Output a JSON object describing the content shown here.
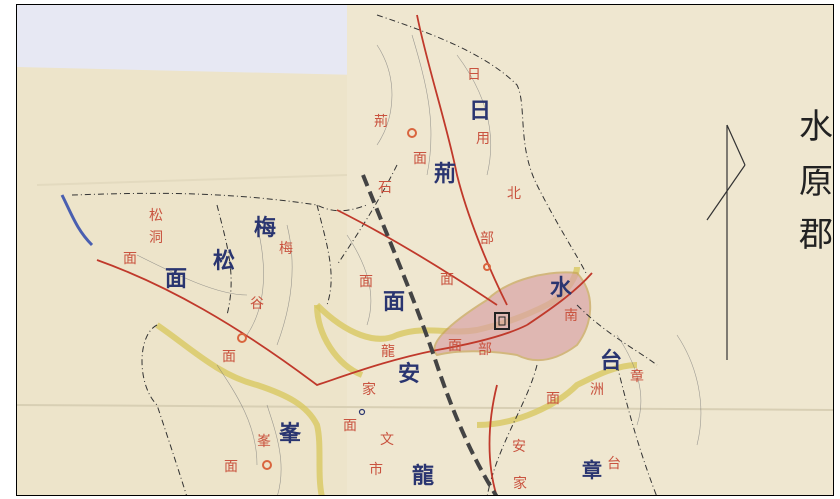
{
  "title_chars": [
    "水",
    "原",
    "郡"
  ],
  "regions_blue": {
    "il": "日",
    "hyeong": "荊",
    "mae": "梅",
    "song": "松",
    "myeon": "面",
    "an": "安",
    "dae": "台",
    "bong": "峯",
    "ryong": "龍",
    "su": "水"
  },
  "labels_red": {
    "il_top": "日",
    "yong": "用",
    "hyeong_left": "荊",
    "myeon_il": "面",
    "seok": "石",
    "buk": "北",
    "bu": "部",
    "songdong_song": "松",
    "songdong_dong": "洞",
    "songdong_myeon": "面",
    "maesong_mae": "梅",
    "gok": "谷",
    "maesong_myeon": "面",
    "ansong_myeon": "面",
    "myeon_center": "面",
    "ryong_red": "龍",
    "gahng": "家",
    "myeon_mid": "面",
    "bu_mid": "部",
    "nam_right": "南",
    "myeon_right": "面",
    "ju": "洲",
    "jang_red": "章",
    "myeon_bottom": "面",
    "bong_red": "峯",
    "myeon_bottom2": "面",
    "mun": "文",
    "si": "市",
    "chang": "章",
    "tae": "台",
    "an_red": "安",
    "gahng2": "家"
  },
  "colors": {
    "paper": "#ece3c8",
    "sky": "#e7e8f3",
    "red_line": "#c0392b",
    "yellow_border": "#d8c860",
    "pink_town": "#d9a3a6",
    "blue_ink": "#2a3570",
    "river": "#4a5fb0"
  }
}
